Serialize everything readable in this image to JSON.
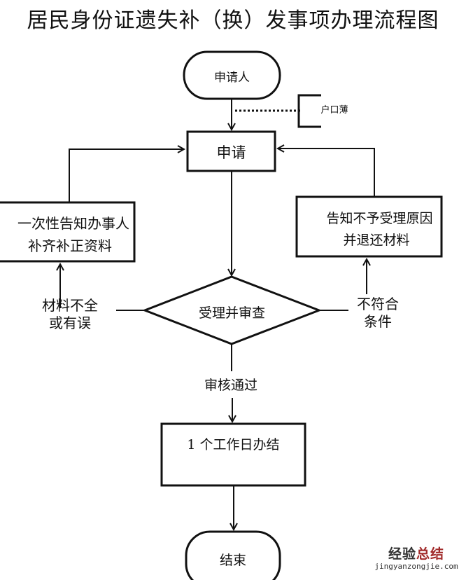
{
  "title": "居民身份证遗失补（换）发事项办理流程图",
  "nodes": {
    "start": "申请人",
    "apply": "申请",
    "document": "户口薄",
    "notify_supplement": [
      "一次性告知办事人",
      "补齐补正资料"
    ],
    "notify_reject": [
      "告知不予受理原因",
      "并退还材料"
    ],
    "review": "受理并审查",
    "complete": "1 个工作日办结",
    "end": "结束"
  },
  "edges": {
    "incomplete": [
      "材料不全",
      "或有误"
    ],
    "not_qualified": [
      "不符合",
      "条件"
    ],
    "approved": "审核通过"
  },
  "watermark": {
    "cn_part1": "经验",
    "cn_part2": "总结",
    "en": "jingyanzongjie.com",
    "color_dark": "#333333",
    "color_accent": "#a12a2a"
  }
}
